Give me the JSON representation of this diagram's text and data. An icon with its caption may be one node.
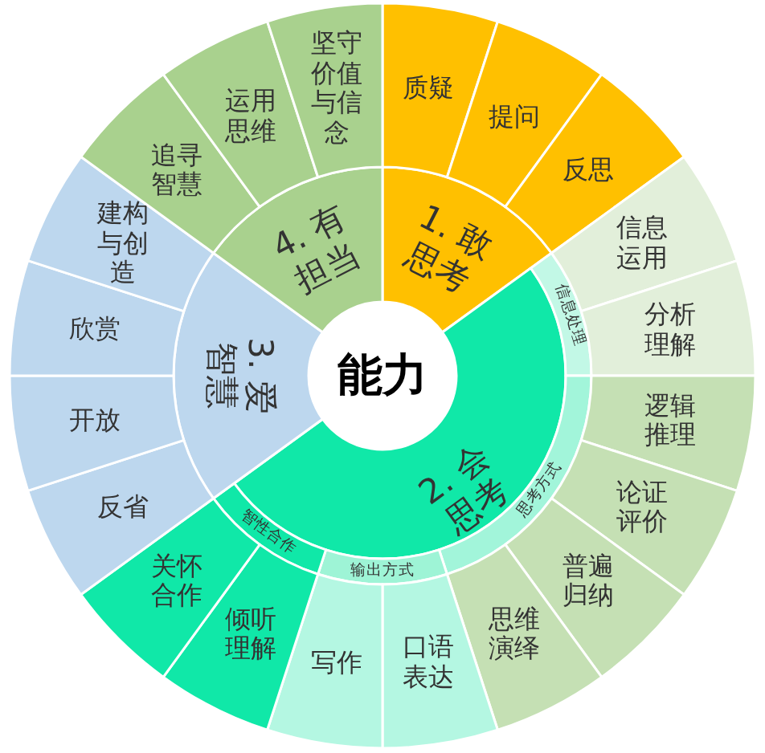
{
  "diagram": {
    "nodes": [
      {
        "text": [
          "能力"
        ]
      },
      {
        "text": [
          "1. 敢思考"
        ]
      },
      {
        "text": [
          "2. 会思考"
        ]
      },
      {
        "text": [
          "信息处理"
        ]
      },
      {
        "text": [
          "思考方式"
        ]
      },
      {
        "text": [
          "输出方式"
        ]
      },
      {
        "text": [
          "智性合作"
        ]
      },
      {
        "text": [
          "3. 爱智慧"
        ]
      },
      {
        "text": [
          "4. 有担当"
        ]
      },
      {
        "text": [
          "质疑"
        ]
      },
      {
        "text": [
          "提问"
        ]
      },
      {
        "text": [
          "反思"
        ]
      },
      {
        "text": [
          "信息运用"
        ]
      },
      {
        "text": [
          "分析理解"
        ]
      },
      {
        "text": [
          "逻辑推理"
        ]
      },
      {
        "text": [
          "论证评价"
        ]
      },
      {
        "text": [
          "普遍归纳"
        ]
      },
      {
        "text": [
          "思维演绎"
        ]
      },
      {
        "text": [
          "口语表达"
        ]
      },
      {
        "text": [
          "写作"
        ]
      },
      {
        "text": [
          "倾听理解"
        ]
      },
      {
        "text": [
          "关怀合作"
        ]
      },
      {
        "text": [
          "反省"
        ]
      },
      {
        "text": [
          "开放"
        ]
      },
      {
        "text": [
          "欣赏"
        ]
      },
      {
        "text": [
          "建构与创造"
        ]
      },
      {
        "text": [
          "追寻智慧"
        ]
      },
      {
        "text": [
          "运用思维"
        ]
      },
      {
        "text": [
          "坚守价值与信念"
        ]
      }
    ]
  }
}
